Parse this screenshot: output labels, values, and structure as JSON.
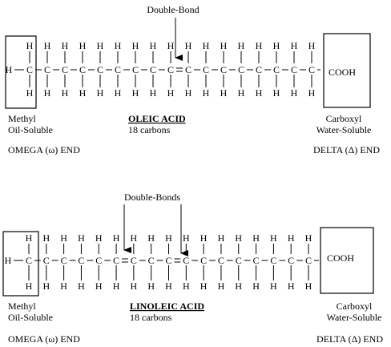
{
  "diagram": {
    "atoms": {
      "carbon": "C",
      "hydrogen": "H",
      "carboxyl_group": "COOH"
    },
    "oleic": {
      "annotation": "Double-Bond",
      "title": "OLEIC ACID",
      "subtitle": "18 carbons",
      "left_label_line1": "Methyl",
      "left_label_line2": "Oil-Soluble",
      "left_end": "OMEGA (ω) END",
      "right_label_line1": "Carboxyl",
      "right_label_line2": "Water-Soluble",
      "right_end": "DELTA (Δ) END",
      "double_bonds_after_carbon": [
        9
      ]
    },
    "linoleic": {
      "annotation": "Double-Bonds",
      "title": "LINOLEIC ACID",
      "subtitle": "18 carbons",
      "left_label_line1": "Methyl",
      "left_label_line2": "Oil-Soluble",
      "left_end": "OMEGA (ω) END",
      "right_label_line1": "Carboxyl",
      "right_label_line2": "Water-Soluble",
      "right_end": "DELTA (Δ) END",
      "double_bonds_after_carbon": [
        6,
        9
      ]
    }
  }
}
